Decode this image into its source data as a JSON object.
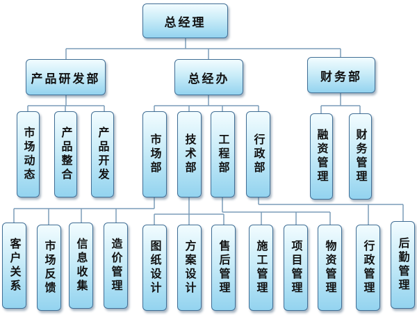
{
  "chart": {
    "root": "总经理",
    "level1": [
      "产品研发部",
      "总经办",
      "财务部"
    ],
    "product_units": [
      "市场动态",
      "产品整合",
      "产品开发"
    ],
    "office_units": [
      "市场部",
      "技术部",
      "工程部",
      "行政部"
    ],
    "finance_units": [
      "融资管理",
      "财务管理"
    ],
    "market_teams": [
      "客户关系",
      "市场反馈",
      "信息收集",
      "造价管理"
    ],
    "tech_teams": [
      "图纸设计",
      "方案设计",
      "售后管理"
    ],
    "eng_teams": [
      "施工管理",
      "项目管理",
      "物资管理"
    ],
    "admin_teams": [
      "行政管理",
      "后勤管理"
    ]
  }
}
